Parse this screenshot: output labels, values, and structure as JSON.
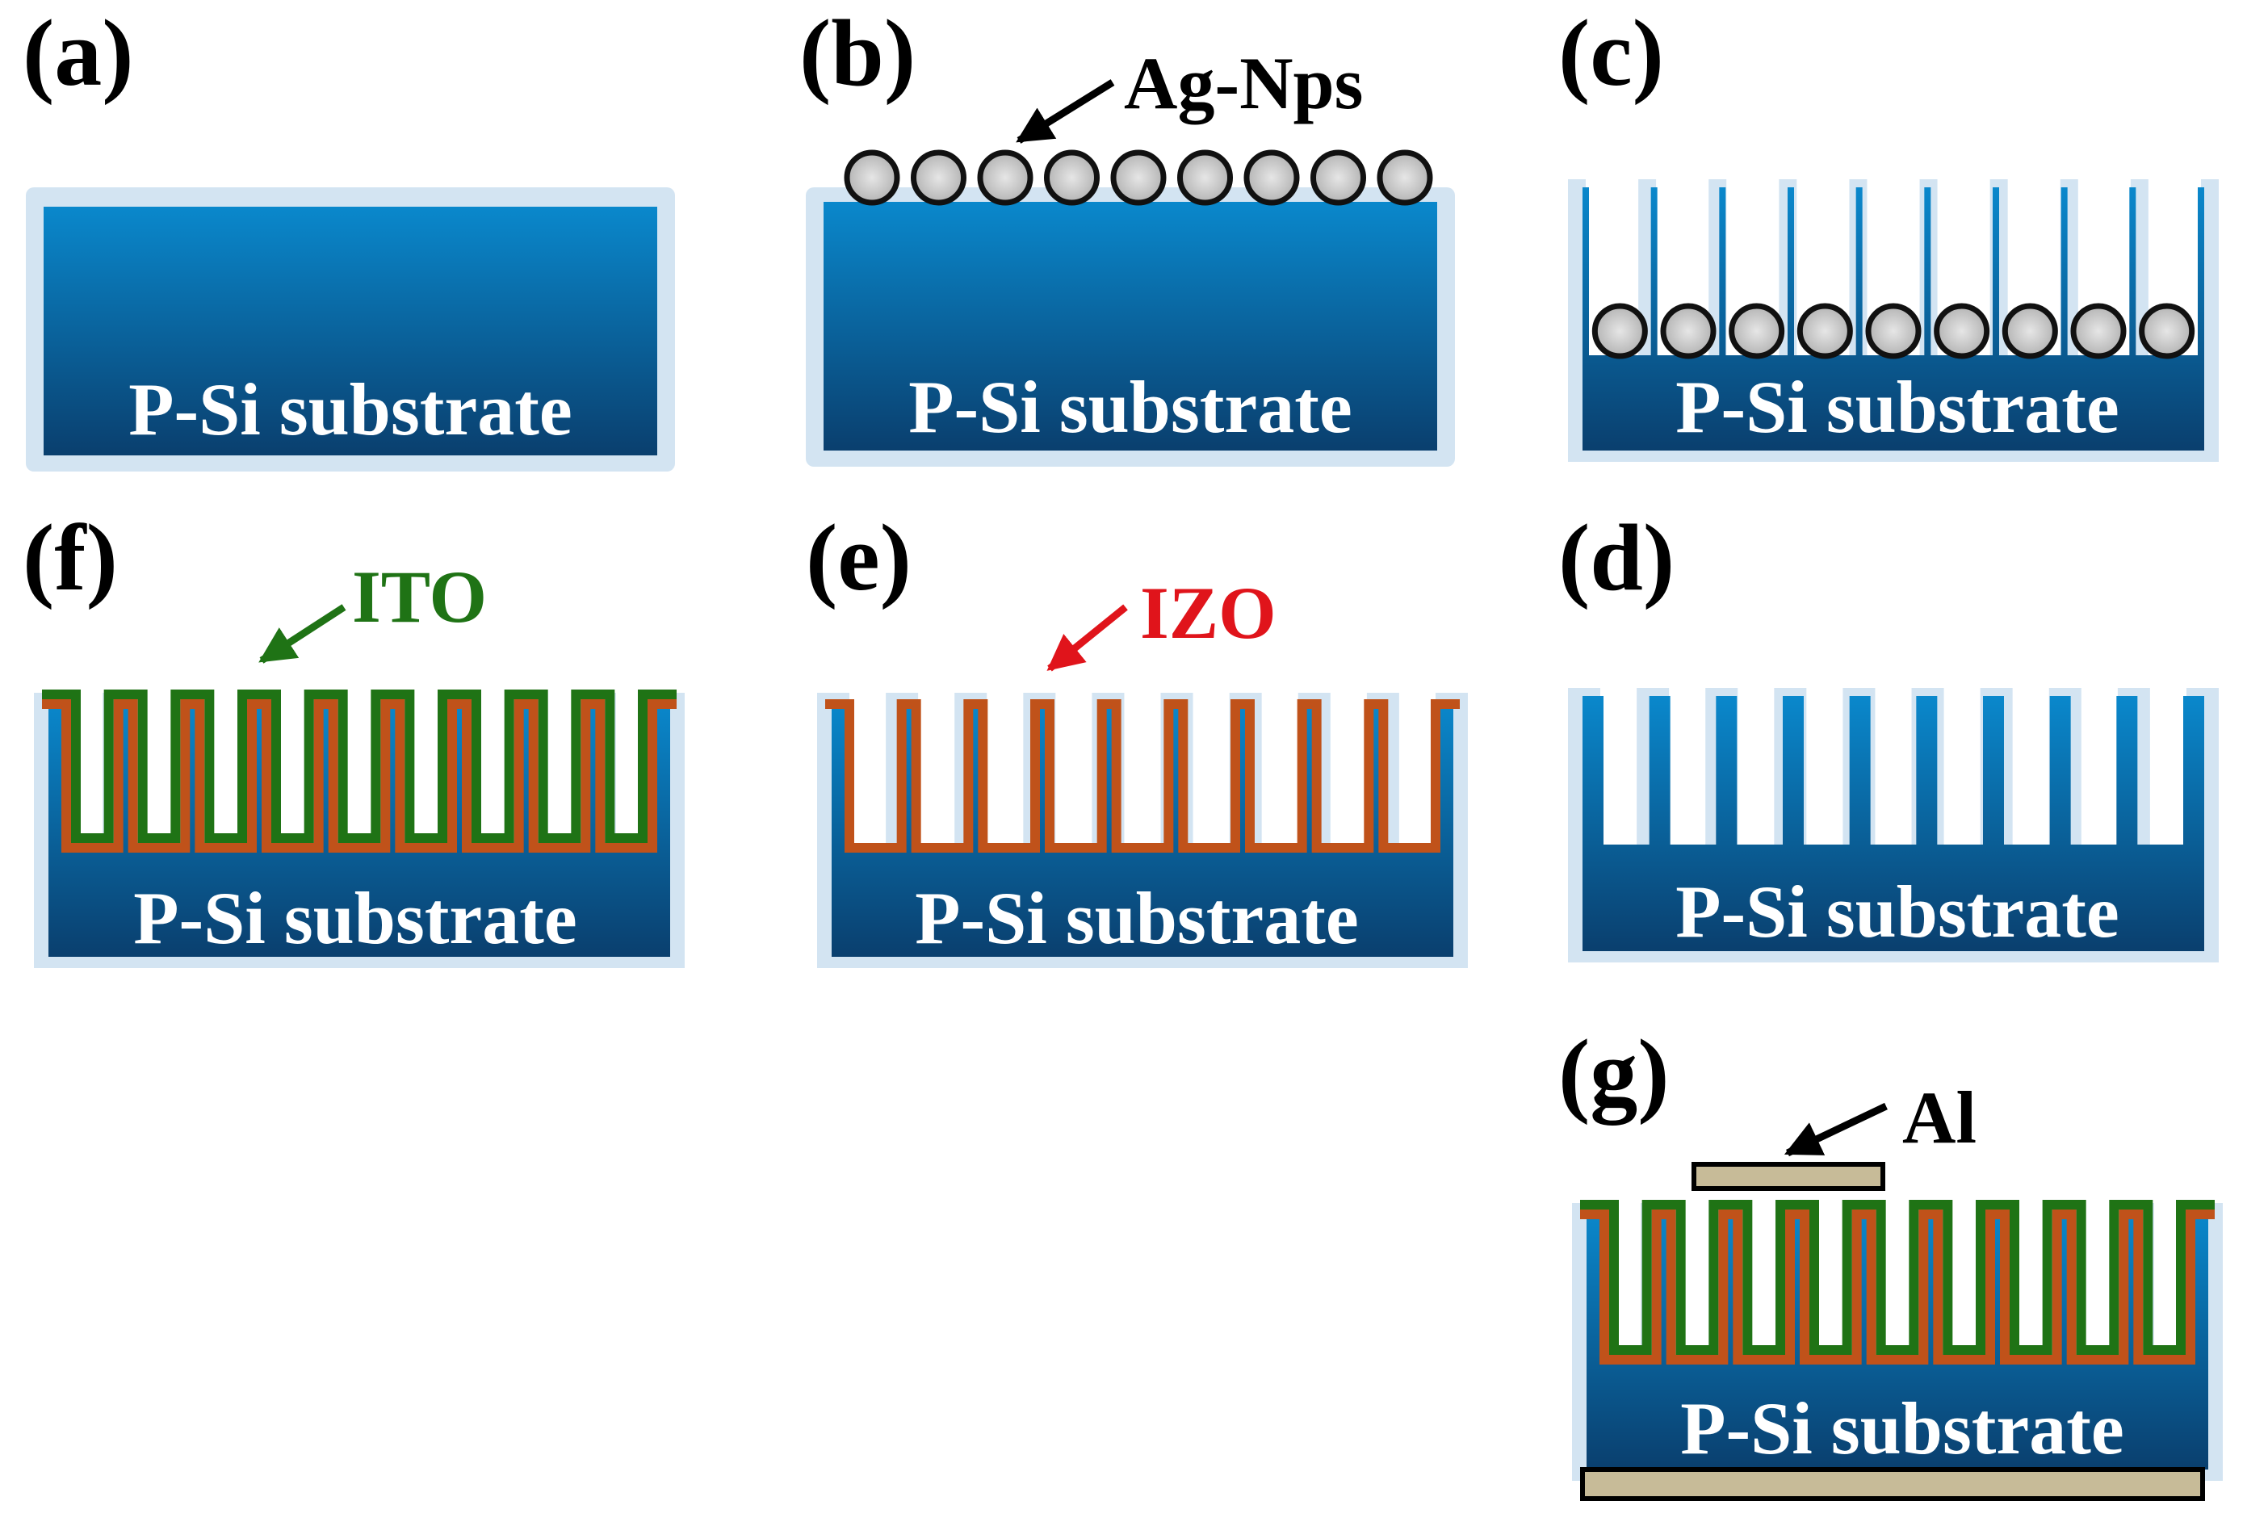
{
  "colors": {
    "substrate_top": "#0a88cc",
    "substrate_bottom": "#0a3f6e",
    "halo": "#d3e4f2",
    "ito": "#1f7315",
    "izo": "#c0521a",
    "electrode": "#c7bb98",
    "nanoparticle": "#b4b4b4",
    "ito_text": "#1f7315",
    "izo_text": "#e0141b"
  },
  "panels": {
    "a": {
      "label": "(a)",
      "substrate_text": "P-Si substrate"
    },
    "b": {
      "label": "(b)",
      "substrate_text": "P-Si substrate",
      "annotation": "Ag-Nps",
      "particles": 9
    },
    "c": {
      "label": "(c)",
      "substrate_text": "P-Si substrate",
      "particles": 9,
      "pillars": 10
    },
    "d": {
      "label": "(d)",
      "substrate_text": "P-Si substrate",
      "pillars": 10
    },
    "e": {
      "label": "(e)",
      "substrate_text": "P-Si substrate",
      "annotation": "IZO",
      "pillars": 10
    },
    "f": {
      "label": "(f)",
      "substrate_text": "P-Si substrate",
      "annotation": "ITO",
      "pillars": 10
    },
    "g": {
      "label": "(g)",
      "substrate_text": "P-Si substrate",
      "annotation": "Al",
      "pillars": 10
    }
  }
}
